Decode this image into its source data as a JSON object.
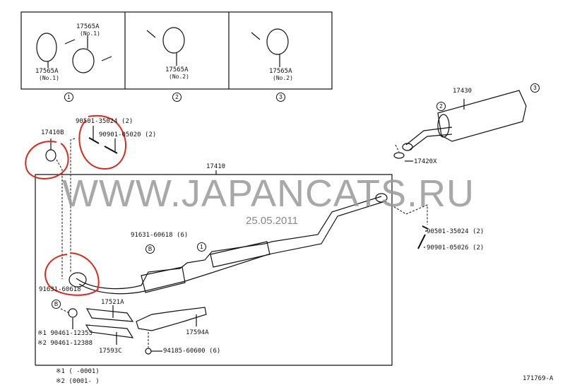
{
  "watermark": "WWW.JAPANCATS.RU",
  "date": "25.05.2011",
  "figure_id": "171769-A",
  "insets": [
    {
      "callout": "1",
      "labels": [
        {
          "part": "17565A",
          "note": "(No.1)"
        },
        {
          "part": "17565A",
          "note": "(No.1)"
        }
      ]
    },
    {
      "callout": "2",
      "labels": [
        {
          "part": "17565A",
          "note": "(No.2)"
        }
      ]
    },
    {
      "callout": "3",
      "labels": [
        {
          "part": "17565A",
          "note": "(No.2)"
        }
      ]
    }
  ],
  "parts": {
    "gasket_front": "17410B",
    "spring_front": "90501-35024 (2)",
    "bolt_front": "90901-05020 (2)",
    "front_pipe": "17410",
    "nut_upper": "91631-60618 (6)",
    "nut_lower": "91631-60618",
    "ref_b": "B",
    "callout_1": "1",
    "callout_2": "2",
    "callout_3": "3",
    "spring_rear": "90501-35024 (2)",
    "bolt_rear": "90901-05026 (2)",
    "muffler": "17430",
    "gasket_rear": "17420X",
    "insulator_a": "17521A",
    "insulator_b": "17594A",
    "insulator_c": "17593C",
    "clamp_1": "※1 90461-12353",
    "clamp_2": "※2 90461-12388",
    "nut_insulator": "94185-60600 (6)"
  },
  "footnotes": [
    "※1 (      -0001)",
    "※2 (0001-      )"
  ]
}
